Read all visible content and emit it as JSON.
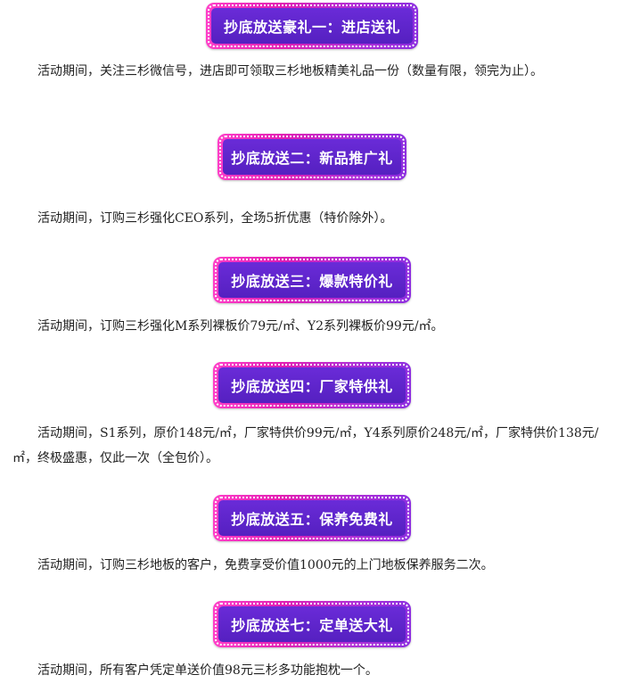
{
  "sections": [
    {
      "title": "抄底放送豪礼一：进店送礼",
      "text": "活动期间，关注三杉微信号，进店即可领取三杉地板精美礼品一份（数量有限，领完为止）。"
    },
    {
      "title": "抄底放送二：新品推广礼",
      "text": "活动期间，订购三杉强化CEO系列，全场5折优惠（特价除外）。"
    },
    {
      "title": "抄底放送三：爆款特价礼",
      "text": "活动期间，订购三杉强化M系列裸板价79元/㎡、Y2系列裸板价99元/㎡。"
    },
    {
      "title": "抄底放送四：厂家特供礼",
      "text": "活动期间，S1系列，原价148元/㎡，厂家特供价99元/㎡，Y4系列原价248元/㎡，厂家特供价138元/㎡，终极盛惠，仅此一次（全包价）。"
    },
    {
      "title": "抄底放送五：保养免费礼",
      "text": "活动期间，订购三杉地板的客户，免费享受价值1000元的上门地板保养服务二次。"
    },
    {
      "title": "抄底放送七：定单送大礼",
      "text": "活动期间，所有客户凭定单送价值98元三杉多功能抱枕一个。"
    }
  ],
  "colors": {
    "banner_outer_start": "#ff3ec8",
    "banner_outer_end": "#8d2ee0",
    "banner_inner": "#5e24cc",
    "banner_text": "#ffffff",
    "body_text": "#222222"
  }
}
